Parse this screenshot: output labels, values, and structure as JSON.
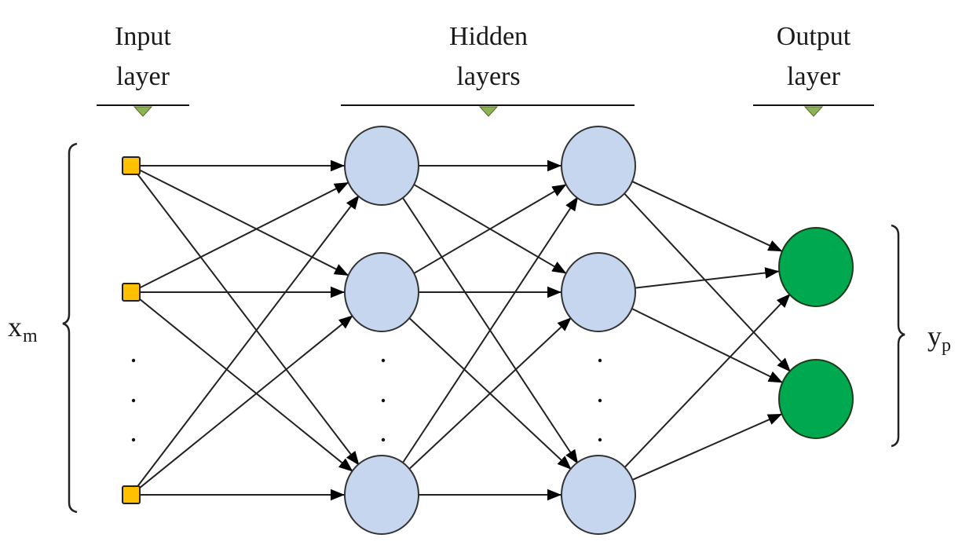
{
  "title": "Feed-forward neural network",
  "layers": {
    "input": {
      "heading_line1": "Input",
      "heading_line2": "layer"
    },
    "hidden": {
      "heading_line1": "Hidden",
      "heading_line2": "layers"
    },
    "output": {
      "heading_line1": "Output",
      "heading_line2": "layer"
    }
  },
  "inputs_label": {
    "main": "x",
    "sub": "m"
  },
  "outputs_label": {
    "main": "y",
    "sub": "p"
  },
  "nodes": {
    "input_count_shown": 3,
    "hidden_layer_count": 2,
    "hidden_nodes_shown_per_layer": 3,
    "output_count": 2,
    "ellipsis": "⋮"
  },
  "colors": {
    "input_node": "#FFC000",
    "hidden_node": "#C5D6EE",
    "output_node": "#00A84F",
    "marker": "#8DB453",
    "stroke": "#222222"
  }
}
